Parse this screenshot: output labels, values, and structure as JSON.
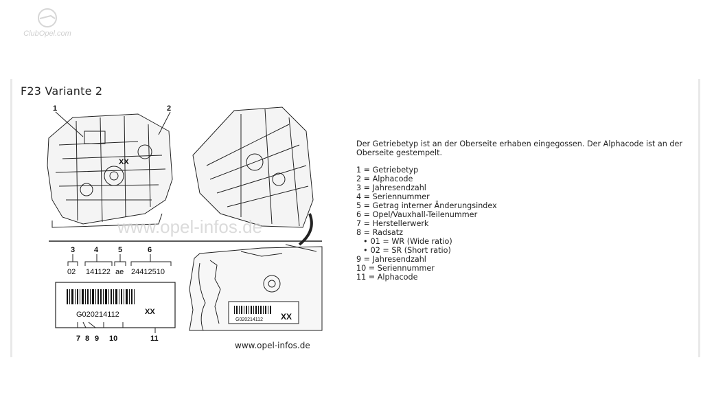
{
  "site": {
    "logo_text": "ClubOpel.com"
  },
  "title": "F23 Variante 2",
  "figure": {
    "callouts_top": [
      "1",
      "2"
    ],
    "code_label": "XX",
    "watermark": "www.opel-infos.de",
    "credit": "www.opel-infos.de",
    "stamp_fields": [
      {
        "num": "3",
        "value": "02"
      },
      {
        "num": "4",
        "value": "141122"
      },
      {
        "num": "5",
        "value": "ae"
      },
      {
        "num": "6",
        "value": "24412510"
      }
    ],
    "barcode_text": "G020214112",
    "alpha": "XX",
    "bottom_nums": [
      "7",
      "8",
      "9",
      "10",
      "11"
    ],
    "photo_small_code": "G020214112",
    "photo_small_alpha": "XX"
  },
  "description": {
    "intro": "Der Getriebetyp ist an der Oberseite erhaben eingegossen. Der Alphacode ist an der Oberseite gestempelt.",
    "items": [
      {
        "text": "1 = Getriebetyp",
        "sub": false
      },
      {
        "text": "2 = Alphacode",
        "sub": false
      },
      {
        "text": "3 = Jahresendzahl",
        "sub": false
      },
      {
        "text": "4 = Seriennummer",
        "sub": false
      },
      {
        "text": "5 = Getrag interner Änderungsindex",
        "sub": false
      },
      {
        "text": "6 = Opel/Vauxhall-Teilenummer",
        "sub": false
      },
      {
        "text": "7 = Herstellerwerk",
        "sub": false
      },
      {
        "text": "8 = Radsatz",
        "sub": false
      },
      {
        "text": "01 = WR (Wide ratio)",
        "sub": true
      },
      {
        "text": "02 = SR (Short ratio)",
        "sub": true
      },
      {
        "text": "9 = Jahresendzahl",
        "sub": false
      },
      {
        "text": "10 = Seriennummer",
        "sub": false
      },
      {
        "text": "11 = Alphacode",
        "sub": false
      }
    ]
  }
}
